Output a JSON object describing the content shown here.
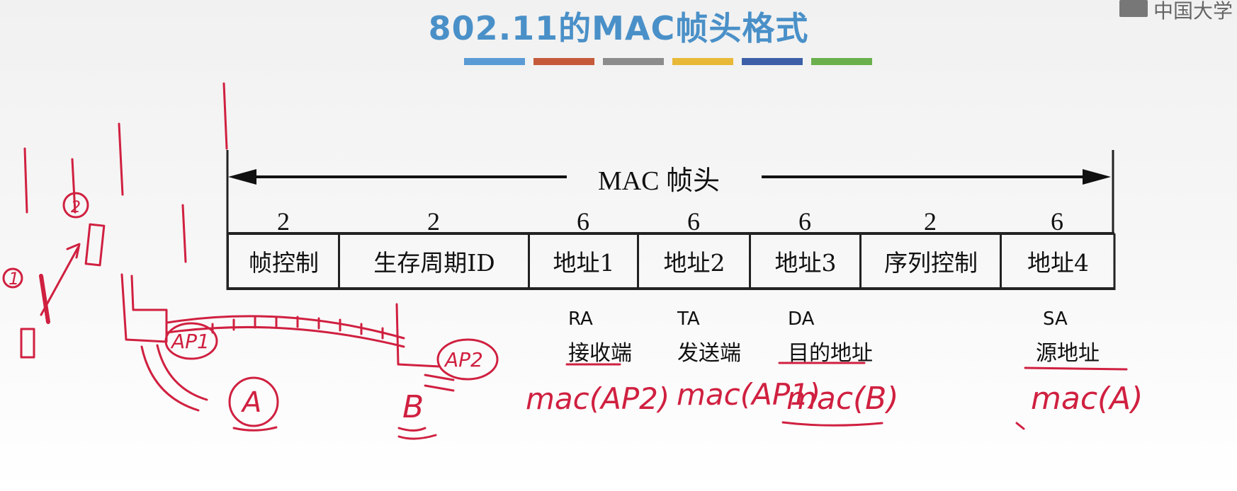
{
  "slide": {
    "title": "802.11的MAC帧头格式",
    "accent_colors": [
      "#5b9bd5",
      "#c55a3a",
      "#8c8c8c",
      "#e8b838",
      "#3d5fa8",
      "#6ab04c"
    ],
    "logo_text": "中国大学"
  },
  "header_diagram": {
    "span_label": "MAC 帧头",
    "fields": [
      {
        "size": "2",
        "name": "帧控制"
      },
      {
        "size": "2",
        "name": "生存周期ID"
      },
      {
        "size": "6",
        "name": "地址1"
      },
      {
        "size": "6",
        "name": "地址2"
      },
      {
        "size": "6",
        "name": "地址3"
      },
      {
        "size": "2",
        "name": "序列控制"
      },
      {
        "size": "6",
        "name": "地址4"
      }
    ]
  },
  "annotations": [
    {
      "code": "RA",
      "desc": "接收端",
      "handwritten": "mac(AP2)"
    },
    {
      "code": "TA",
      "desc": "发送端",
      "handwritten": "mac(AP1)"
    },
    {
      "code": "DA",
      "desc": "目的地址",
      "handwritten": "mac(B)"
    },
    {
      "code": "SA",
      "desc": "源地址",
      "handwritten": "mac(A)"
    }
  ],
  "sketch_labels": {
    "step1": "1",
    "step2": "2",
    "ap1": "AP1",
    "ap2": "AP2",
    "host_a": "A",
    "host_b": "B"
  },
  "ink_color": "#d02040"
}
